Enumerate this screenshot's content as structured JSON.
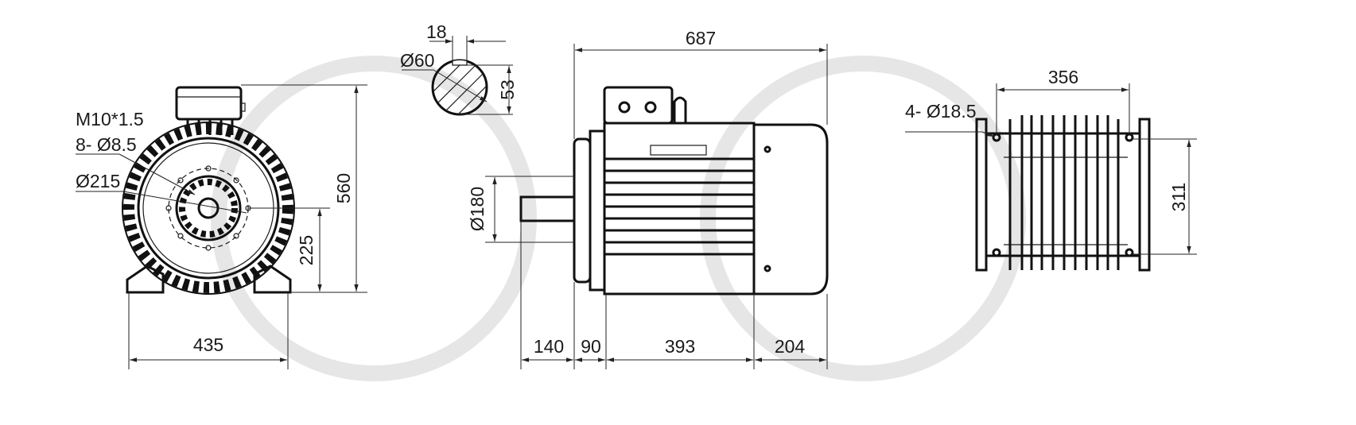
{
  "front_view": {
    "thread_label": "M10*1.5",
    "holes_label": "8- Ø8.5",
    "pcd_label": "Ø215",
    "height_total": "560",
    "shaft_height": "225",
    "foot_width": "435"
  },
  "shaft_section": {
    "key_width": "18",
    "shaft_diameter": "Ø60",
    "key_depth": "53"
  },
  "side_view": {
    "overall_length": "687",
    "spigot_diameter": "Ø180",
    "shaft_length": "140",
    "flange_offset": "90",
    "frame_length": "393",
    "fan_cover_length": "204"
  },
  "bottom_view": {
    "foot_hole_spacing_length": "356",
    "foot_holes_label": "4- Ø18.5",
    "foot_hole_spacing_width": "311"
  },
  "colors": {
    "line": "#1a1a1a",
    "watermark": "#e6e6e6"
  }
}
